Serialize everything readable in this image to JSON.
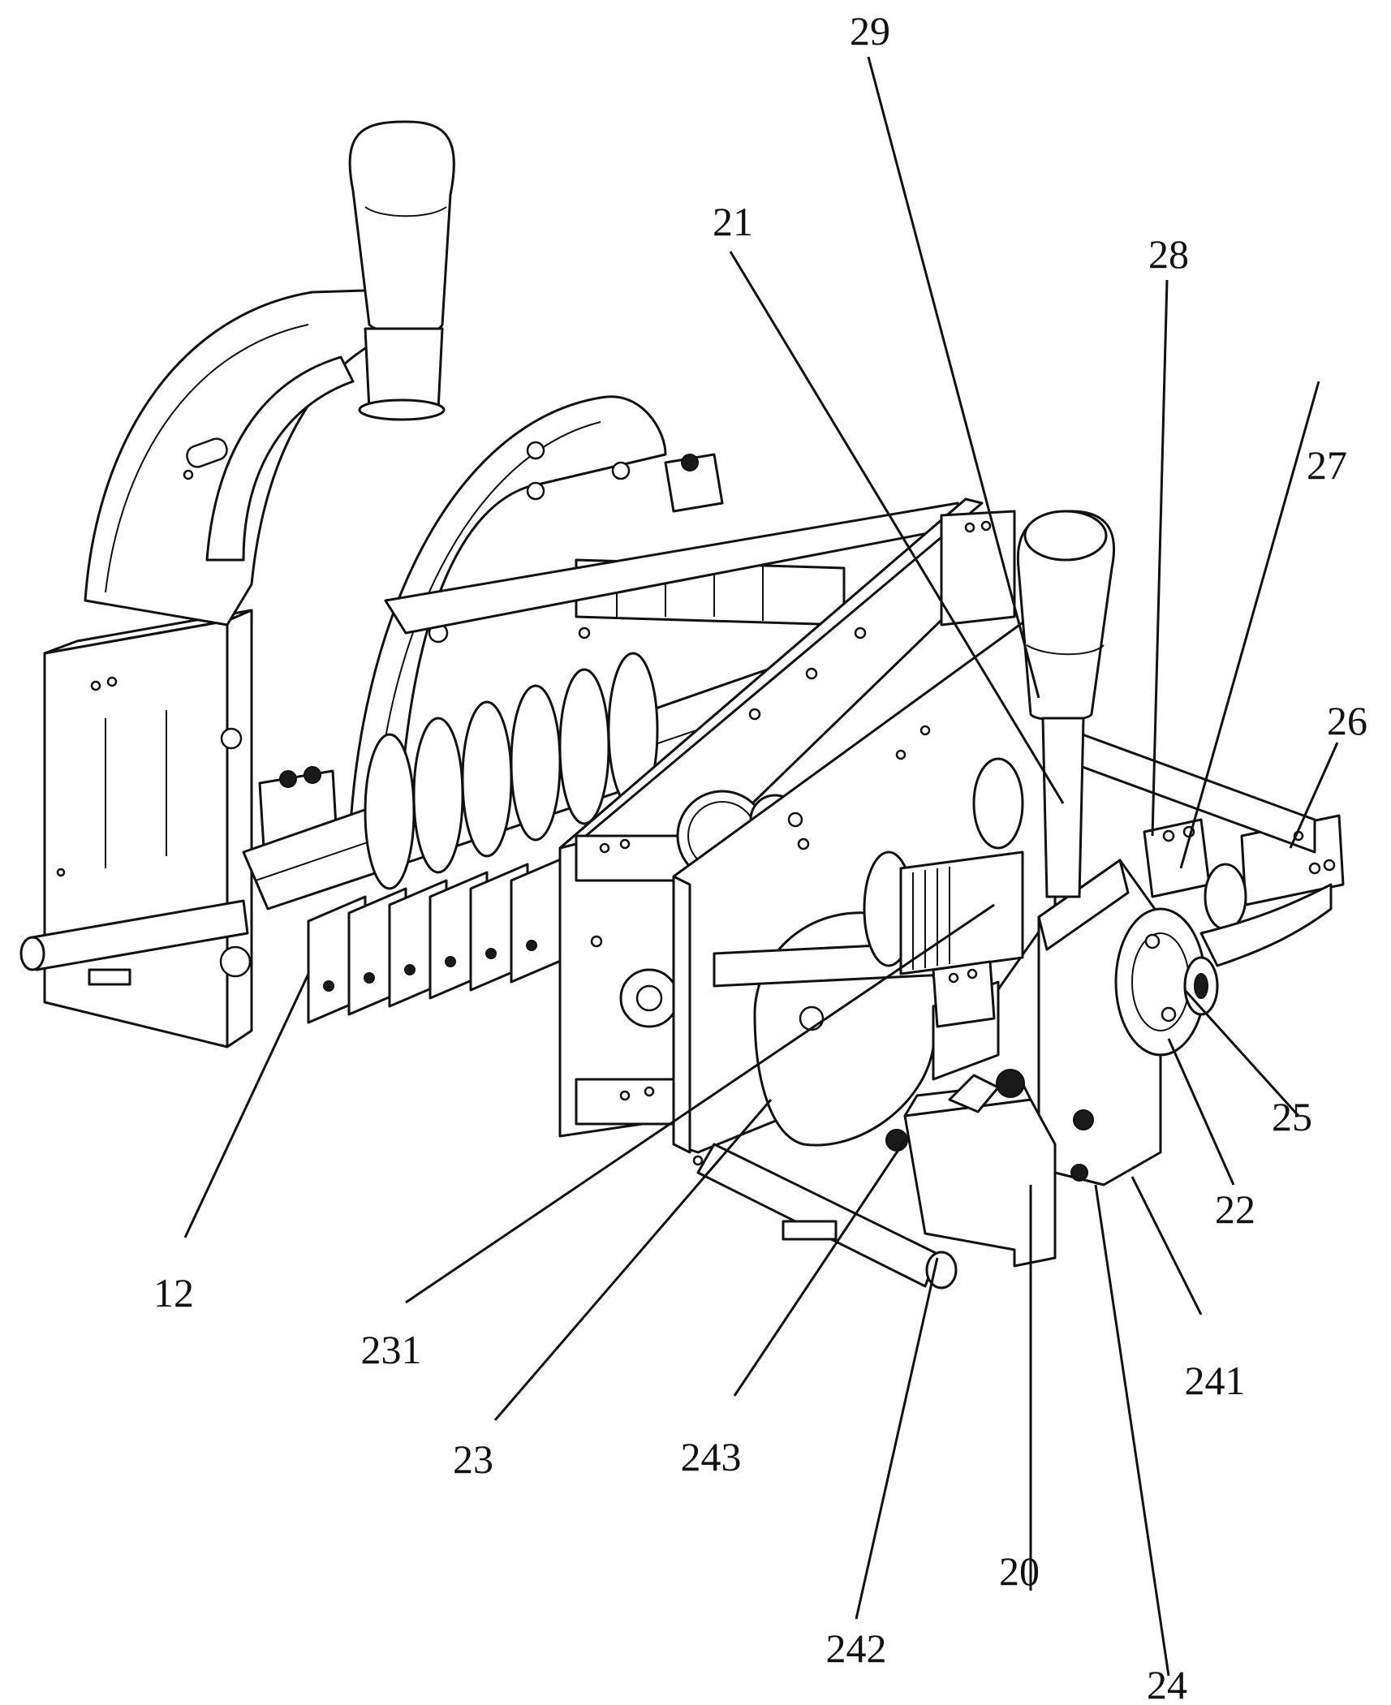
{
  "figure": {
    "description_labels": [
      {
        "id": "12",
        "text": "12"
      },
      {
        "id": "20",
        "text": "20"
      },
      {
        "id": "21",
        "text": "21"
      },
      {
        "id": "22",
        "text": "22"
      },
      {
        "id": "23",
        "text": "23"
      },
      {
        "id": "231",
        "text": "231"
      },
      {
        "id": "24",
        "text": "24"
      },
      {
        "id": "241",
        "text": "241"
      },
      {
        "id": "242",
        "text": "242"
      },
      {
        "id": "243",
        "text": "243"
      },
      {
        "id": "25",
        "text": "25"
      },
      {
        "id": "26",
        "text": "26"
      },
      {
        "id": "27",
        "text": "27"
      },
      {
        "id": "28",
        "text": "28"
      },
      {
        "id": "29",
        "text": "29"
      }
    ]
  }
}
